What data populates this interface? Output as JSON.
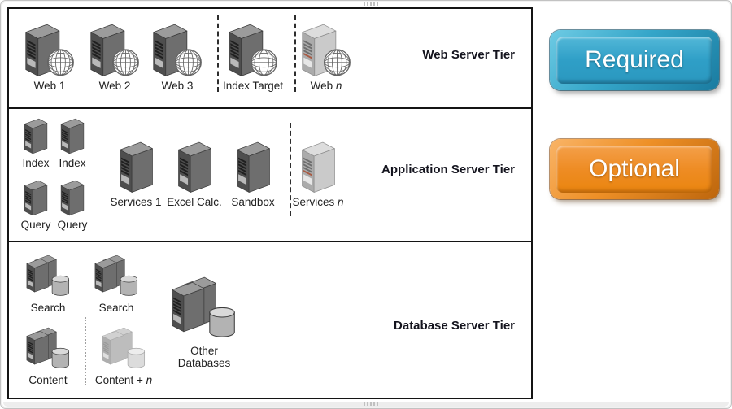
{
  "diagram": {
    "tiers": [
      {
        "id": "web",
        "title": "Web Server Tier",
        "items": [
          {
            "label": "Web 1",
            "icon": "server-with-globe-icon"
          },
          {
            "label": "Web 2",
            "icon": "server-with-globe-icon"
          },
          {
            "label": "Web 3",
            "icon": "server-with-globe-icon"
          },
          {
            "label": "Index Target",
            "icon": "server-with-globe-icon"
          },
          {
            "label": "Web ",
            "italic": "n",
            "icon": "server-with-globe-icon",
            "variant": "light"
          }
        ],
        "dividers": [
          "dashed-between-web3-and-index-target",
          "dashed-between-index-target-and-web-n"
        ]
      },
      {
        "id": "app",
        "title": "Application Server Tier",
        "items": [
          {
            "label": "Index",
            "icon": "server-tower-icon"
          },
          {
            "label": "Index",
            "icon": "server-tower-icon"
          },
          {
            "label": "Query",
            "icon": "server-tower-icon"
          },
          {
            "label": "Query",
            "icon": "server-tower-icon"
          },
          {
            "label": "Services 1",
            "icon": "server-tower-icon"
          },
          {
            "label": "Excel Calc.",
            "icon": "server-tower-icon"
          },
          {
            "label": "Sandbox",
            "icon": "server-tower-icon"
          },
          {
            "label": "Services ",
            "italic": "n",
            "icon": "server-tower-icon",
            "variant": "light"
          }
        ],
        "dividers": [
          "dashed-before-services-n"
        ]
      },
      {
        "id": "db",
        "title": "Database Server Tier",
        "items": [
          {
            "label": "Search",
            "icon": "database-server-icon"
          },
          {
            "label": "Search",
            "icon": "database-server-icon"
          },
          {
            "label": "Content",
            "icon": "database-server-icon"
          },
          {
            "label": "Content + ",
            "italic": "n",
            "icon": "database-server-icon",
            "variant": "faded"
          },
          {
            "label": "Other",
            "label2": "Databases",
            "icon": "database-server-icon"
          }
        ],
        "dividers": [
          "dotted-between-content-and-content-n"
        ]
      }
    ],
    "legend": {
      "required_label": "Required",
      "optional_label": "Optional"
    },
    "colors": {
      "required_accent": "#2F9FC7",
      "optional_accent": "#EE8C24",
      "tier_border": "#141414",
      "server_dark": "#4E4E4E",
      "server_light": "#ABABAB"
    }
  }
}
